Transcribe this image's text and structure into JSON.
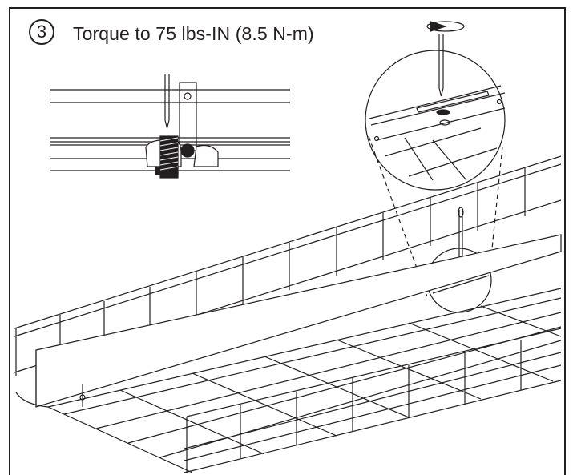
{
  "step": {
    "number": "3",
    "instruction": "Torque to 75 lbs-IN (8.5 N-m)"
  },
  "icons": {
    "rotation": "clockwise-rotation-arrow-icon",
    "tool": "torque-driver-bit-icon",
    "detail": "magnified-detail-circle"
  },
  "colors": {
    "line": "#231f20",
    "background": "#ffffff"
  }
}
